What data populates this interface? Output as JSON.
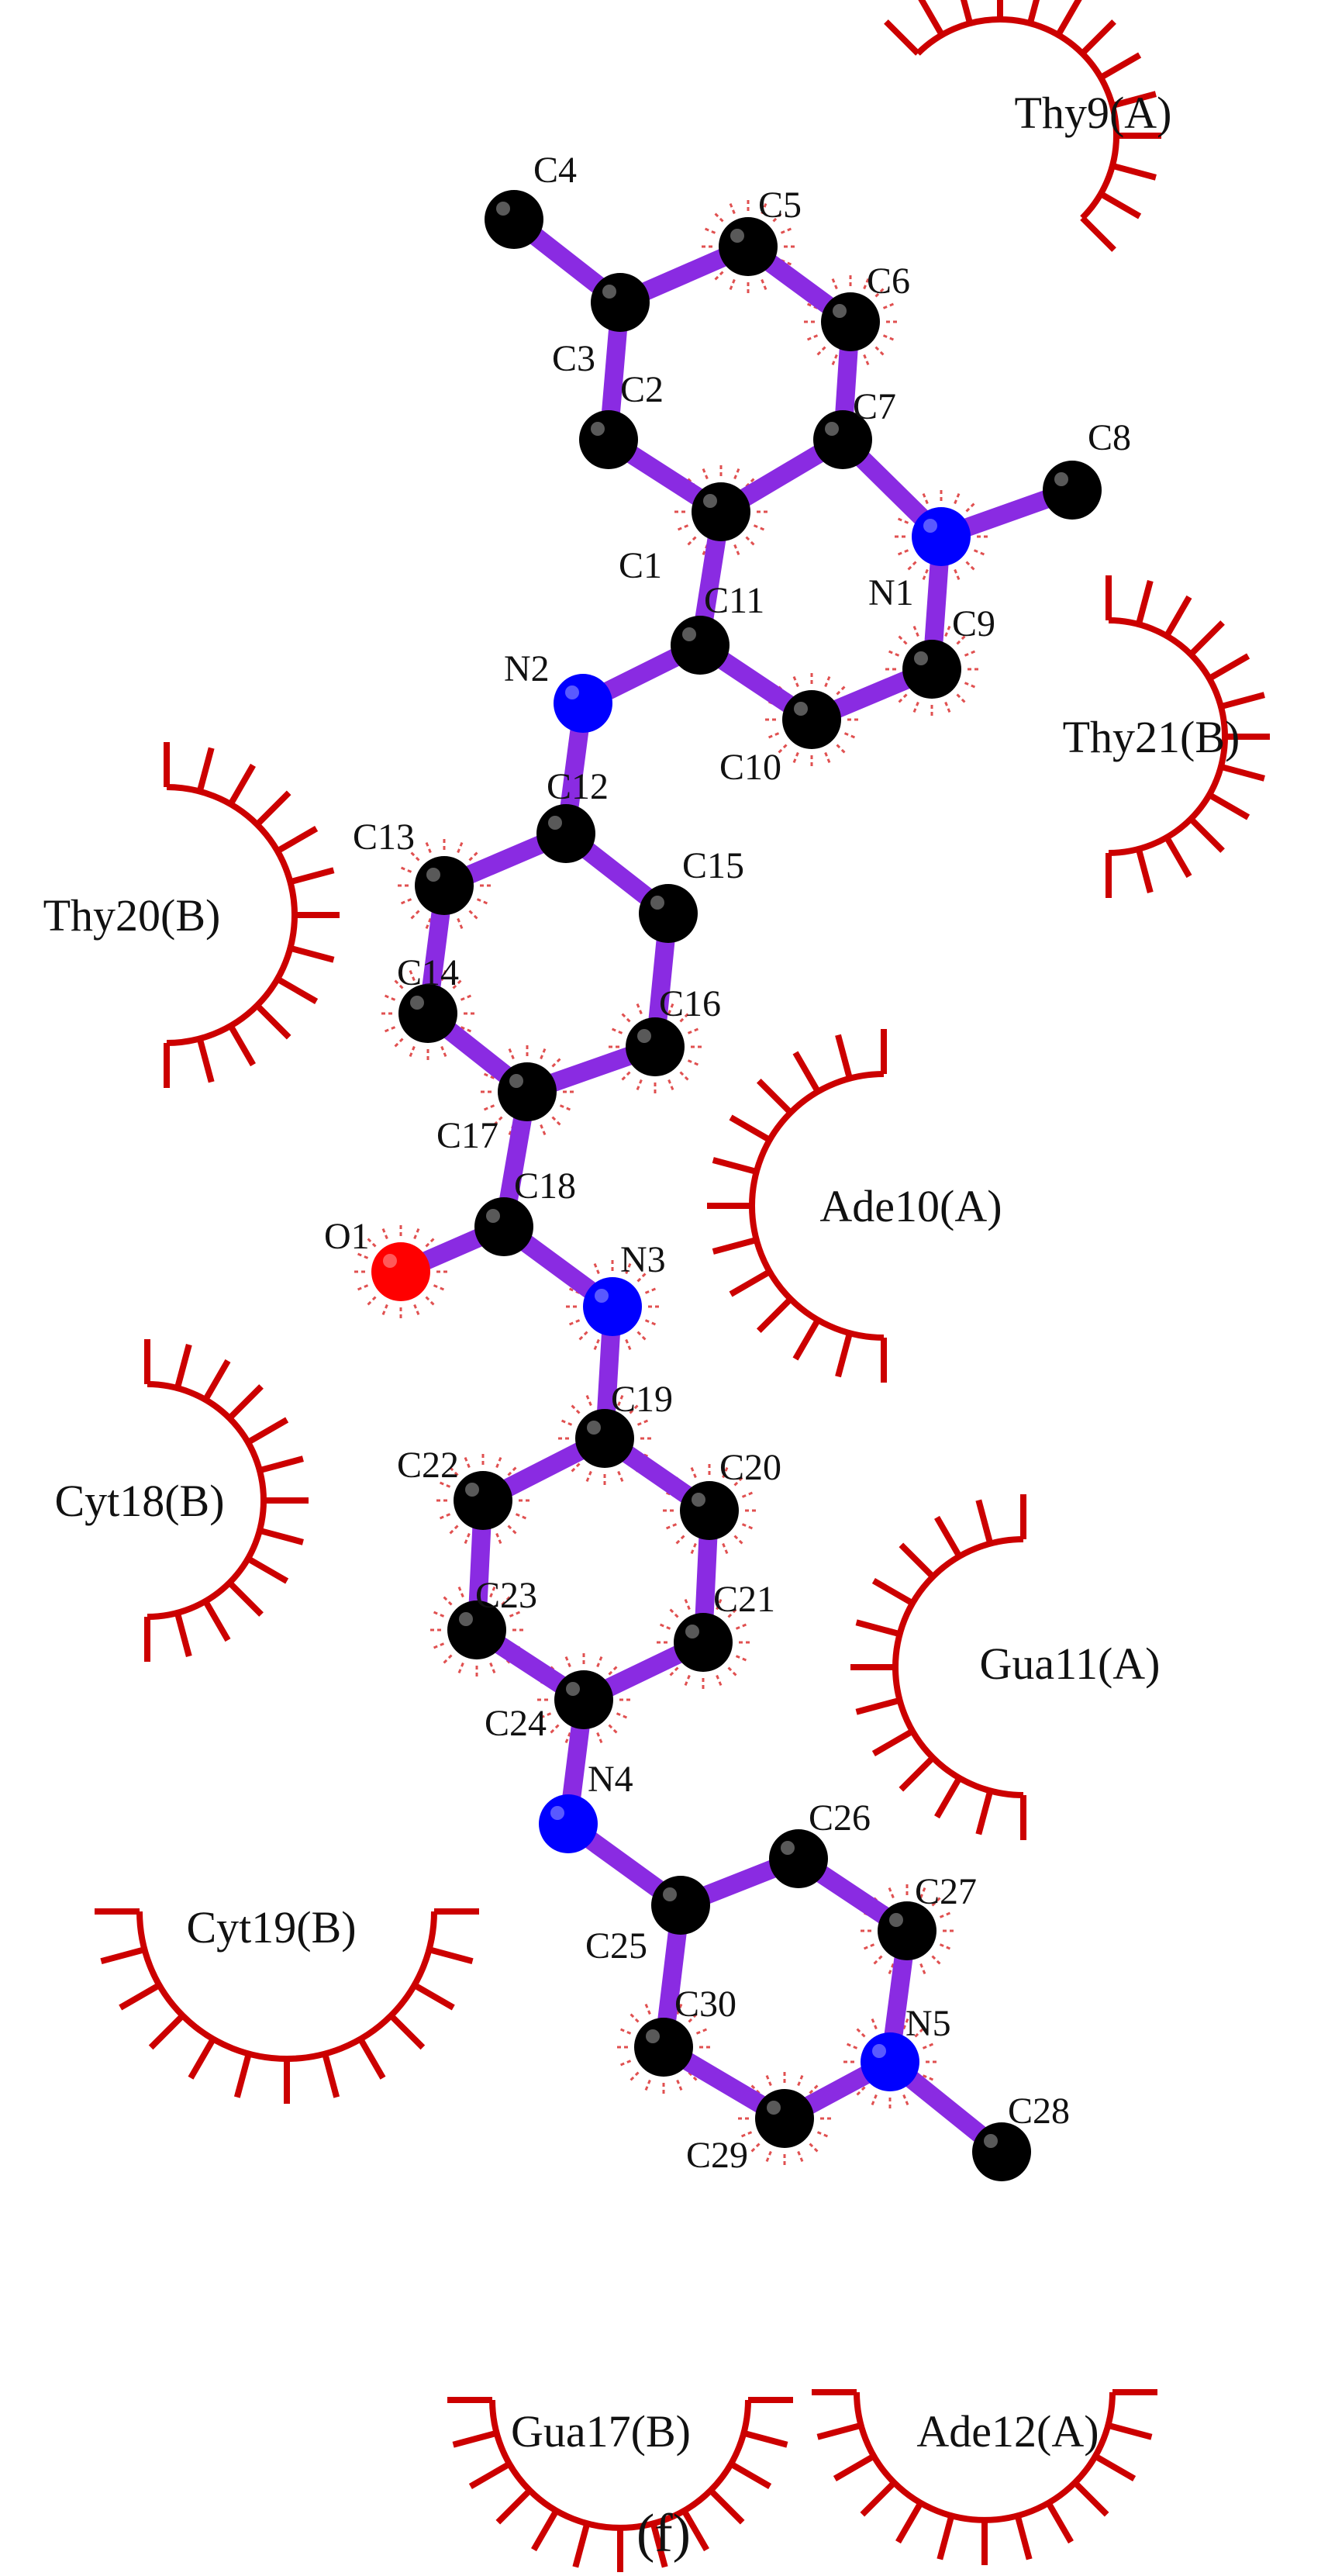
{
  "colors": {
    "bond": "#8a2be2",
    "carbon": "#000000",
    "nitrogen": "#0000ff",
    "oxygen": "#ff0000",
    "hydrophobic_arc": "#cc0000",
    "contact_spokes": "#e05050"
  },
  "panel_label": "(f)",
  "atoms": [
    {
      "id": "C1",
      "label": "C1",
      "element": "C"
    },
    {
      "id": "C2",
      "label": "C2",
      "element": "C"
    },
    {
      "id": "C3",
      "label": "C3",
      "element": "C"
    },
    {
      "id": "C4",
      "label": "C4",
      "element": "C"
    },
    {
      "id": "C5",
      "label": "C5",
      "element": "C"
    },
    {
      "id": "C6",
      "label": "C6",
      "element": "C"
    },
    {
      "id": "C7",
      "label": "C7",
      "element": "C"
    },
    {
      "id": "C8",
      "label": "C8",
      "element": "C"
    },
    {
      "id": "N1",
      "label": "N1",
      "element": "N"
    },
    {
      "id": "C9",
      "label": "C9",
      "element": "C"
    },
    {
      "id": "C10",
      "label": "C10",
      "element": "C"
    },
    {
      "id": "C11",
      "label": "C11",
      "element": "C"
    },
    {
      "id": "N2",
      "label": "N2",
      "element": "N"
    },
    {
      "id": "C12",
      "label": "C12",
      "element": "C"
    },
    {
      "id": "C13",
      "label": "C13",
      "element": "C"
    },
    {
      "id": "C14",
      "label": "C14",
      "element": "C"
    },
    {
      "id": "C15",
      "label": "C15",
      "element": "C"
    },
    {
      "id": "C16",
      "label": "C16",
      "element": "C"
    },
    {
      "id": "C17",
      "label": "C17",
      "element": "C"
    },
    {
      "id": "C18",
      "label": "C18",
      "element": "C"
    },
    {
      "id": "O1",
      "label": "O1",
      "element": "O"
    },
    {
      "id": "N3",
      "label": "N3",
      "element": "N"
    },
    {
      "id": "C19",
      "label": "C19",
      "element": "C"
    },
    {
      "id": "C20",
      "label": "C20",
      "element": "C"
    },
    {
      "id": "C21",
      "label": "C21",
      "element": "C"
    },
    {
      "id": "C22",
      "label": "C22",
      "element": "C"
    },
    {
      "id": "C23",
      "label": "C23",
      "element": "C"
    },
    {
      "id": "C24",
      "label": "C24",
      "element": "C"
    },
    {
      "id": "N4",
      "label": "N4",
      "element": "N"
    },
    {
      "id": "C25",
      "label": "C25",
      "element": "C"
    },
    {
      "id": "C26",
      "label": "C26",
      "element": "C"
    },
    {
      "id": "C27",
      "label": "C27",
      "element": "C"
    },
    {
      "id": "N5",
      "label": "N5",
      "element": "N"
    },
    {
      "id": "C28",
      "label": "C28",
      "element": "C"
    },
    {
      "id": "C29",
      "label": "C29",
      "element": "C"
    },
    {
      "id": "C30",
      "label": "C30",
      "element": "C"
    }
  ],
  "bonds": [
    [
      "C4",
      "C3"
    ],
    [
      "C3",
      "C5"
    ],
    [
      "C5",
      "C6"
    ],
    [
      "C6",
      "C7"
    ],
    [
      "C7",
      "C1"
    ],
    [
      "C1",
      "C2"
    ],
    [
      "C2",
      "C3"
    ],
    [
      "C7",
      "N1"
    ],
    [
      "N1",
      "C8"
    ],
    [
      "N1",
      "C9"
    ],
    [
      "C9",
      "C10"
    ],
    [
      "C10",
      "C11"
    ],
    [
      "C11",
      "C1"
    ],
    [
      "C11",
      "N2"
    ],
    [
      "N2",
      "C12"
    ],
    [
      "C12",
      "C13"
    ],
    [
      "C13",
      "C14"
    ],
    [
      "C14",
      "C17"
    ],
    [
      "C12",
      "C15"
    ],
    [
      "C15",
      "C16"
    ],
    [
      "C16",
      "C17"
    ],
    [
      "C17",
      "C18"
    ],
    [
      "C18",
      "O1"
    ],
    [
      "C18",
      "N3"
    ],
    [
      "N3",
      "C19"
    ],
    [
      "C19",
      "C22"
    ],
    [
      "C22",
      "C23"
    ],
    [
      "C23",
      "C24"
    ],
    [
      "C19",
      "C20"
    ],
    [
      "C20",
      "C21"
    ],
    [
      "C21",
      "C24"
    ],
    [
      "C24",
      "N4"
    ],
    [
      "N4",
      "C25"
    ],
    [
      "C25",
      "C26"
    ],
    [
      "C26",
      "C27"
    ],
    [
      "C27",
      "N5"
    ],
    [
      "N5",
      "C28"
    ],
    [
      "C25",
      "C30"
    ],
    [
      "C30",
      "C29"
    ],
    [
      "C29",
      "N5"
    ]
  ],
  "residues": [
    {
      "id": "thy9a",
      "label": "Thy9(A)"
    },
    {
      "id": "thy21b",
      "label": "Thy21(B)"
    },
    {
      "id": "thy20b",
      "label": "Thy20(B)"
    },
    {
      "id": "ade10a",
      "label": "Ade10(A)"
    },
    {
      "id": "cyt18b",
      "label": "Cyt18(B)"
    },
    {
      "id": "gua11a",
      "label": "Gua11(A)"
    },
    {
      "id": "cyt19b",
      "label": "Cyt19(B)"
    },
    {
      "id": "gua17b",
      "label": "Gua17(B)"
    },
    {
      "id": "ade12a",
      "label": "Ade12(A)"
    }
  ]
}
